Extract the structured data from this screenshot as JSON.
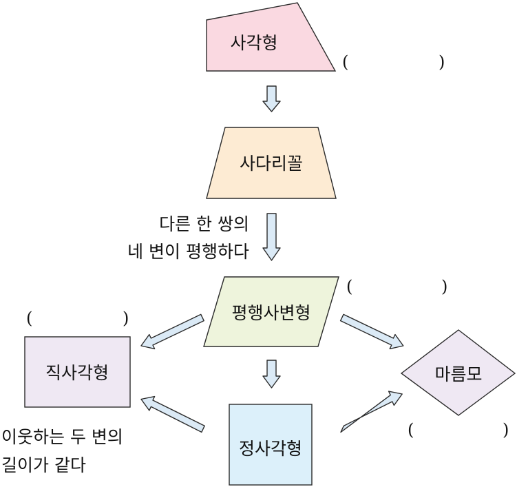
{
  "nodes": {
    "quadrilateral": {
      "label": "사각형",
      "fill": "#fad9e1"
    },
    "trapezoid": {
      "label": "사다리꼴",
      "fill": "#fdebd3"
    },
    "parallelogram": {
      "label": "평행사변형",
      "fill": "#eef4dc"
    },
    "rectangle": {
      "label": "직사각형",
      "fill": "#efe8f3"
    },
    "rhombus": {
      "label": "마름모",
      "fill": "#efe8f3"
    },
    "square": {
      "label": "정사각형",
      "fill": "#dcf0fa"
    }
  },
  "blanks": {
    "quadrilateral": {
      "open": "(",
      "close": ")"
    },
    "parallelogram": {
      "open": "(",
      "close": ")"
    },
    "rectangle": {
      "open": "(",
      "close": ")"
    },
    "rhombus": {
      "open": "(",
      "close": ")"
    }
  },
  "conditions": {
    "trapezoid_to_parallelogram": [
      "다른 한 쌍의",
      "네 변이 평행하다"
    ],
    "rectangle_to_square": [
      "이웃하는 두 변의",
      "길이가 같다"
    ]
  },
  "colors": {
    "arrow_fill": "#dbeaf6",
    "stroke": "#2b2b2b"
  }
}
